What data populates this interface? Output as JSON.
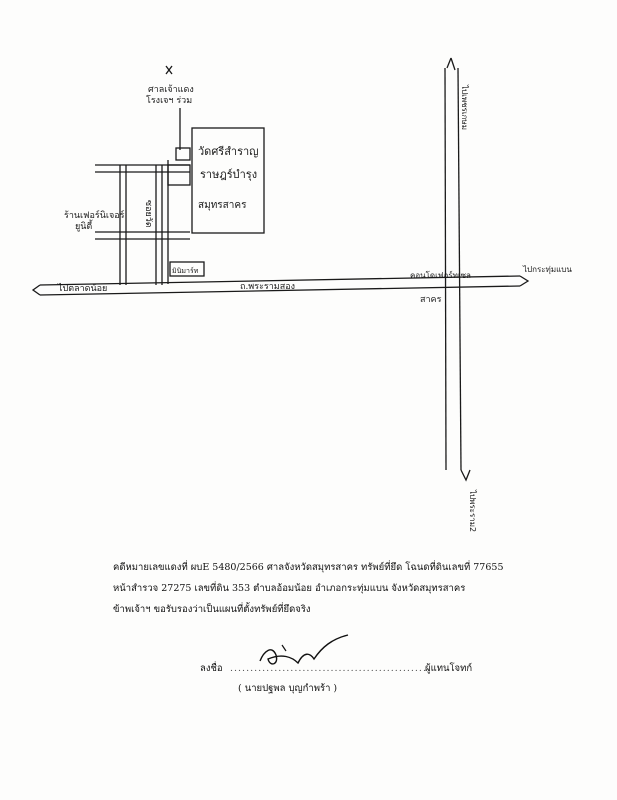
{
  "map": {
    "north_arrow_label": "ไปเพชรเกษม",
    "landmark_top": "ศาลเจ้าแดง",
    "landmark_top_line2": "โรงเจฯ ร่วม",
    "temple_name_line1": "วัดศรีสำราญ",
    "temple_name_line2": "ราษฎร์บำรุง",
    "temple_name_line3": "สมุทรสาคร",
    "left_building": "ร้านเฟอร์นิเจอร์",
    "left_building_line2": "ยูนิตี้",
    "side_road": "ซอยวัด",
    "small_building": "มินิมาร์ท",
    "main_road": "ถ.พระรามสอง",
    "left_arrow_label": "ไปตลาดน้อย",
    "junction_label": "คอนโดเฟอร์ทเซล",
    "junction_label_line2": "สาคร",
    "right_arrow_label": "ไปกระทุ่มแบน",
    "bottom_arrow_label": "ไปพระราม2"
  },
  "document": {
    "line1": "คดีหมายเลขแดงที่ ผบE 5480/2566 ศาลจังหวัดสมุทรสาคร ทรัพย์ที่ยึด โฉนดที่ดินเลขที่ 77655",
    "line2": "หน้าสำรวจ 27275 เลขที่ดิน 353 ตำบลอ้อมน้อย อำเภอกระทุ่มแบน จังหวัดสมุทรสาคร",
    "line3": "ข้าพเจ้าฯ ขอรับรองว่าเป็นแผนที่ตั้งทรัพย์ที่ยึดจริง"
  },
  "signature": {
    "sign_label": "ลงชื่อ",
    "role": "ผู้แทนโจทก์",
    "name": "( นายปฐพล บุญกำพร้า )"
  }
}
